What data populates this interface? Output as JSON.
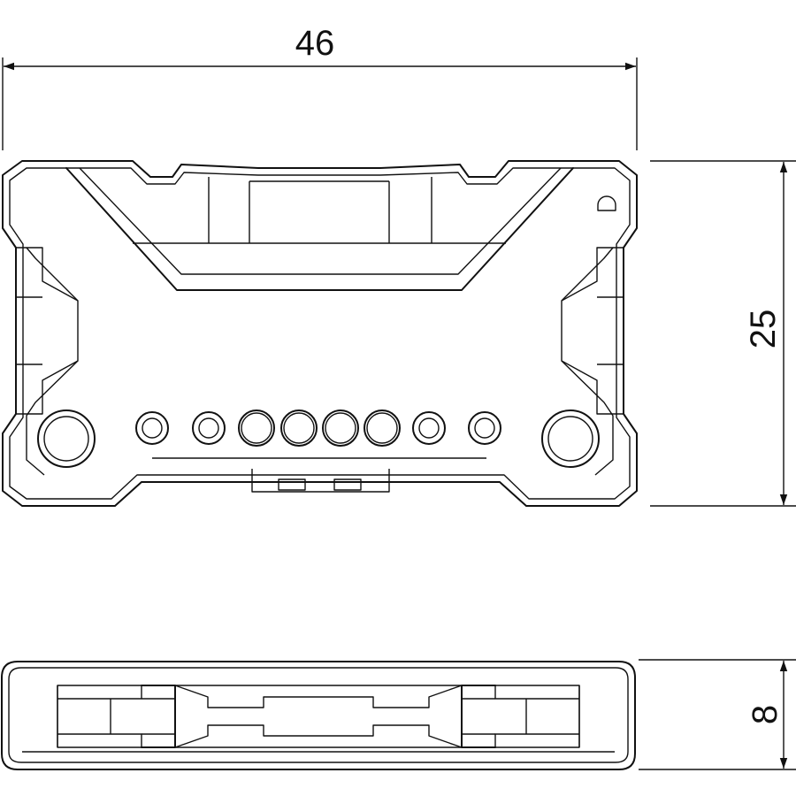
{
  "dimensions": {
    "width": "46",
    "height": "25",
    "thickness": "8"
  },
  "views": {
    "top_view": {
      "hole_count": 8,
      "mounting_hole_count": 2
    },
    "side_view": {}
  }
}
